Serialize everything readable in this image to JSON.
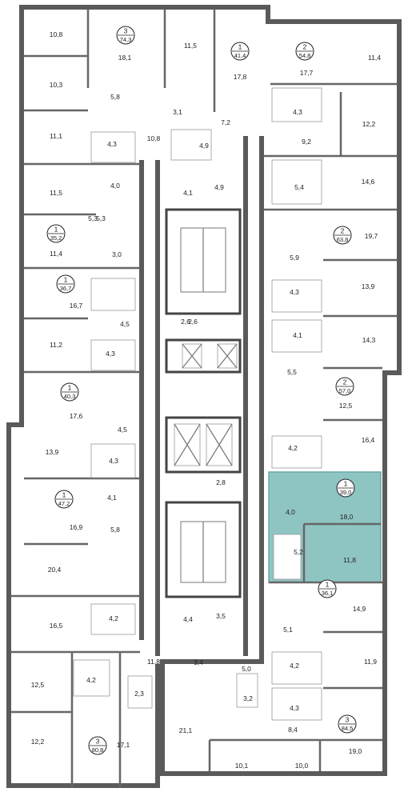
{
  "colors": {
    "wall": "#5a5a5a",
    "highlight": "#8ec5c3",
    "highlight_stroke": "#6aa9a6",
    "background": "#ffffff"
  },
  "highlighted_apartment": {
    "rooms": "1",
    "area": "39,0"
  },
  "apartments": [
    {
      "id": "a1",
      "rooms": "3",
      "area": "74,3"
    },
    {
      "id": "a2",
      "rooms": "1",
      "area": "41,4"
    },
    {
      "id": "a3",
      "rooms": "2",
      "area": "54,8"
    },
    {
      "id": "a4",
      "rooms": "1",
      "area": "35,2"
    },
    {
      "id": "a5",
      "rooms": "2",
      "area": "63,8"
    },
    {
      "id": "a6",
      "rooms": "1",
      "area": "36,7"
    },
    {
      "id": "a7",
      "rooms": "1",
      "area": "40,3"
    },
    {
      "id": "a8",
      "rooms": "2",
      "area": "57,0"
    },
    {
      "id": "a9",
      "rooms": "1",
      "area": "47,2"
    },
    {
      "id": "a10",
      "rooms": "1",
      "area": "39,0"
    },
    {
      "id": "a11",
      "rooms": "1",
      "area": "36,1"
    },
    {
      "id": "a12",
      "rooms": "3",
      "area": "84,5"
    },
    {
      "id": "a13",
      "rooms": "3",
      "area": "80,8"
    }
  ],
  "room_labels": [
    "10,8",
    "18,1",
    "11,5",
    "17,8",
    "17,7",
    "11,4",
    "10,3",
    "5,8",
    "3,1",
    "4,3",
    "12,2",
    "11,1",
    "4,3",
    "10,8",
    "7,2",
    "4,9",
    "9,2",
    "4,0",
    "11,5",
    "4,1",
    "4,9",
    "5,4",
    "14,6",
    "5,3",
    "5,3",
    "11,4",
    "3,0",
    "19,7",
    "5,9",
    "16,7",
    "4,3",
    "13,9",
    "4,5",
    "2,6",
    "2,6",
    "11,2",
    "4,3",
    "4,1",
    "14,3",
    "5,5",
    "17,6",
    "12,5",
    "4,5",
    "13,9",
    "4,2",
    "16,4",
    "4,3",
    "4,1",
    "2,8",
    "16,9",
    "4,0",
    "18,0",
    "5,8",
    "5,2",
    "20,4",
    "11,8",
    "16,5",
    "4,2",
    "4,4",
    "3,5",
    "14,9",
    "5,1",
    "11,8",
    "12,5",
    "3,4",
    "5,0",
    "4,2",
    "11,9",
    "4,2",
    "2,3",
    "3,2",
    "4,3",
    "21,1",
    "8,4",
    "12,2",
    "17,1",
    "19,0",
    "10,1",
    "10,0"
  ]
}
